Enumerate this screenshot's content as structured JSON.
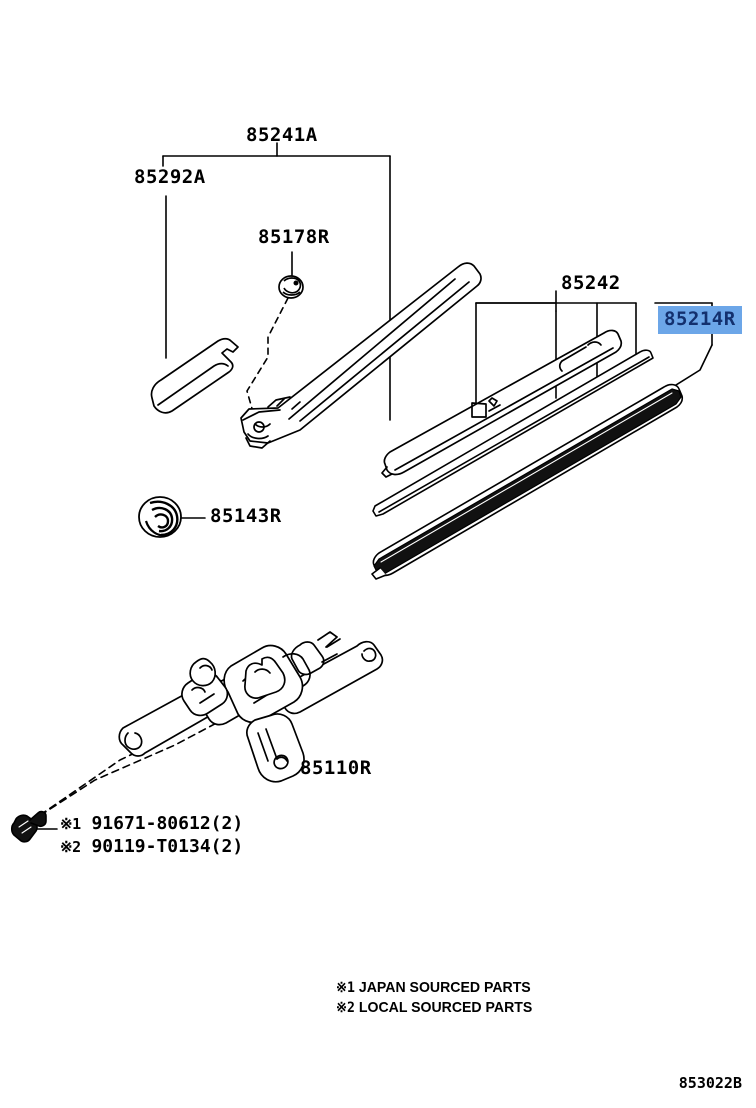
{
  "diagram": {
    "id_code": "853022B",
    "type": "rear-wiper-and-washer-parts-diagram"
  },
  "labels": [
    {
      "key": "arm_assembly",
      "text": "85241A",
      "highlighted": false
    },
    {
      "key": "arm_cap_cover",
      "text": "85292A",
      "highlighted": false
    },
    {
      "key": "nut_cap",
      "text": "85178R",
      "highlighted": false
    },
    {
      "key": "grommet",
      "text": "85143R",
      "highlighted": false
    },
    {
      "key": "blade_assembly",
      "text": "85242",
      "highlighted": false
    },
    {
      "key": "blade_rubber",
      "text": "85214R",
      "highlighted": true
    },
    {
      "key": "motor_assembly",
      "text": "85110R",
      "highlighted": false
    }
  ],
  "footnotes": [
    {
      "mark": "※1",
      "part": "91671-80612",
      "qty": "(2)"
    },
    {
      "mark": "※2",
      "part": "90119-T0134",
      "qty": "(2)"
    }
  ],
  "legend": [
    {
      "mark": "※1",
      "text": "JAPAN SOURCED PARTS"
    },
    {
      "mark": "※2",
      "text": "LOCAL SOURCED PARTS"
    }
  ],
  "colors": {
    "line": "#000000",
    "background": "#ffffff",
    "highlight_fill": "#6ca6e8",
    "highlight_text": "#13306e"
  }
}
